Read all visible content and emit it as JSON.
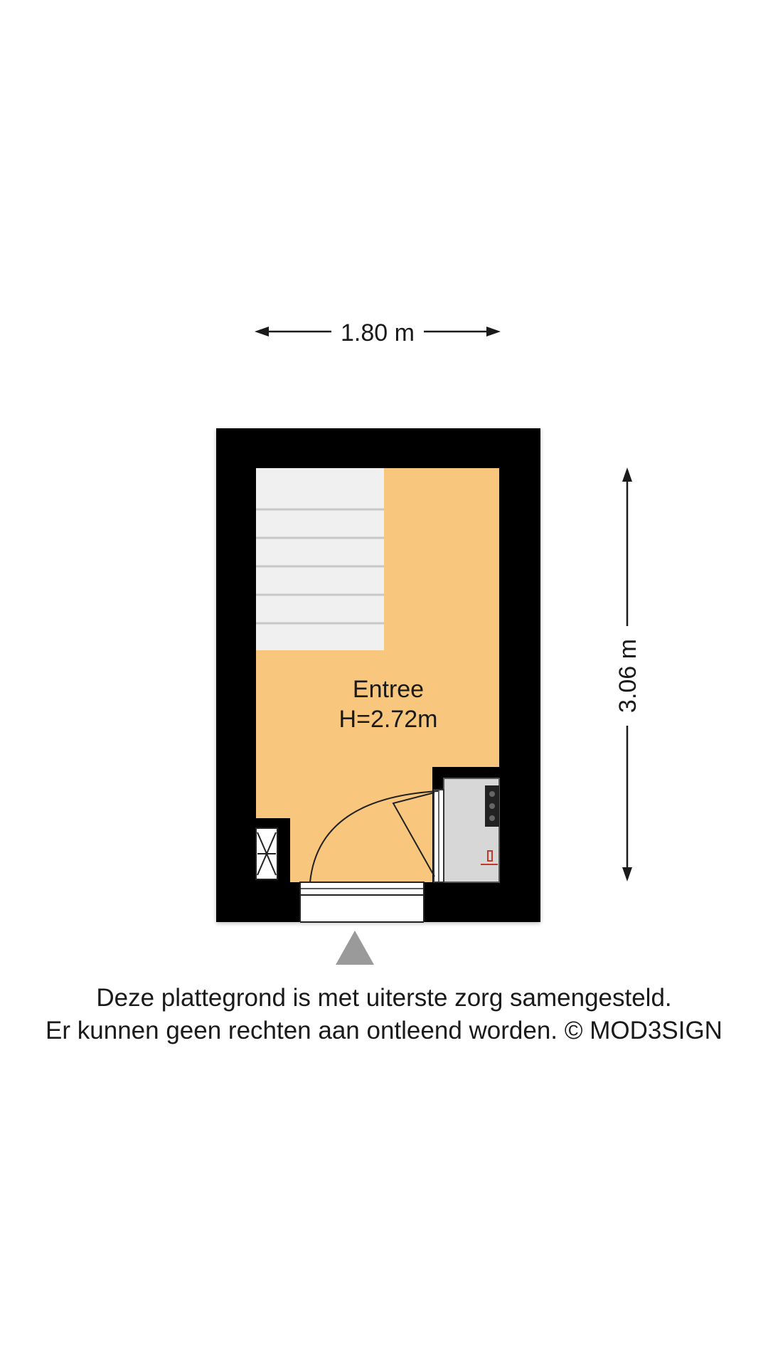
{
  "dimensions": {
    "width_label": "1.80 m",
    "height_label": "3.06 m"
  },
  "room": {
    "name": "Entree",
    "ceiling_height": "H=2.72m"
  },
  "disclaimer": {
    "line1": "Deze plattegrond is met uiterste zorg samengesteld.",
    "line2": "Er kunnen geen rechten aan ontleend worden. © MOD3SIGN"
  },
  "colors": {
    "wall": "#000000",
    "floor": "#f8c67c",
    "stairs": "#f0f0f0",
    "cabinet": "#d7d7d7",
    "entrance_marker": "#9a9a9a"
  },
  "icons": {
    "entrance_marker": "triangle-up"
  }
}
